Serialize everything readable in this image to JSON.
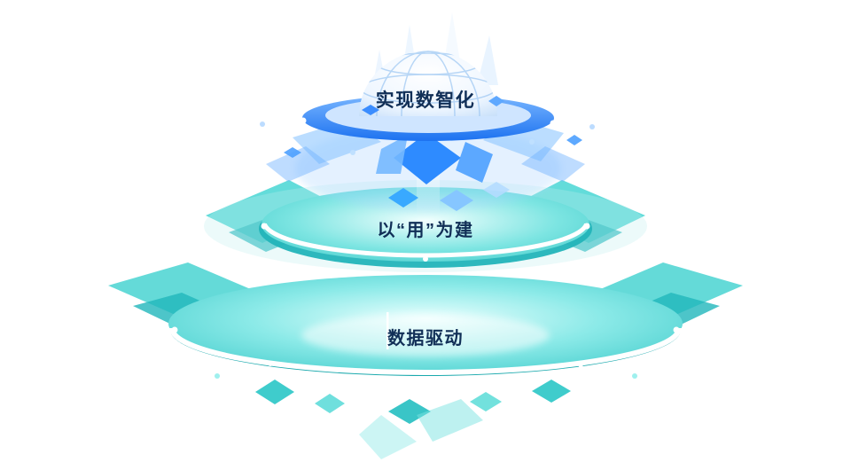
{
  "diagram": {
    "tiers": [
      {
        "id": "top",
        "label": "实现数智化"
      },
      {
        "id": "middle",
        "label": "以“用”为建"
      },
      {
        "id": "bottom",
        "label": "数据驱动"
      }
    ],
    "colors": {
      "accent_blue": "#2E8BFF",
      "accent_teal": "#35CBCB",
      "label_color": "#112F57",
      "highlight_white": "#FFFFFF"
    }
  }
}
